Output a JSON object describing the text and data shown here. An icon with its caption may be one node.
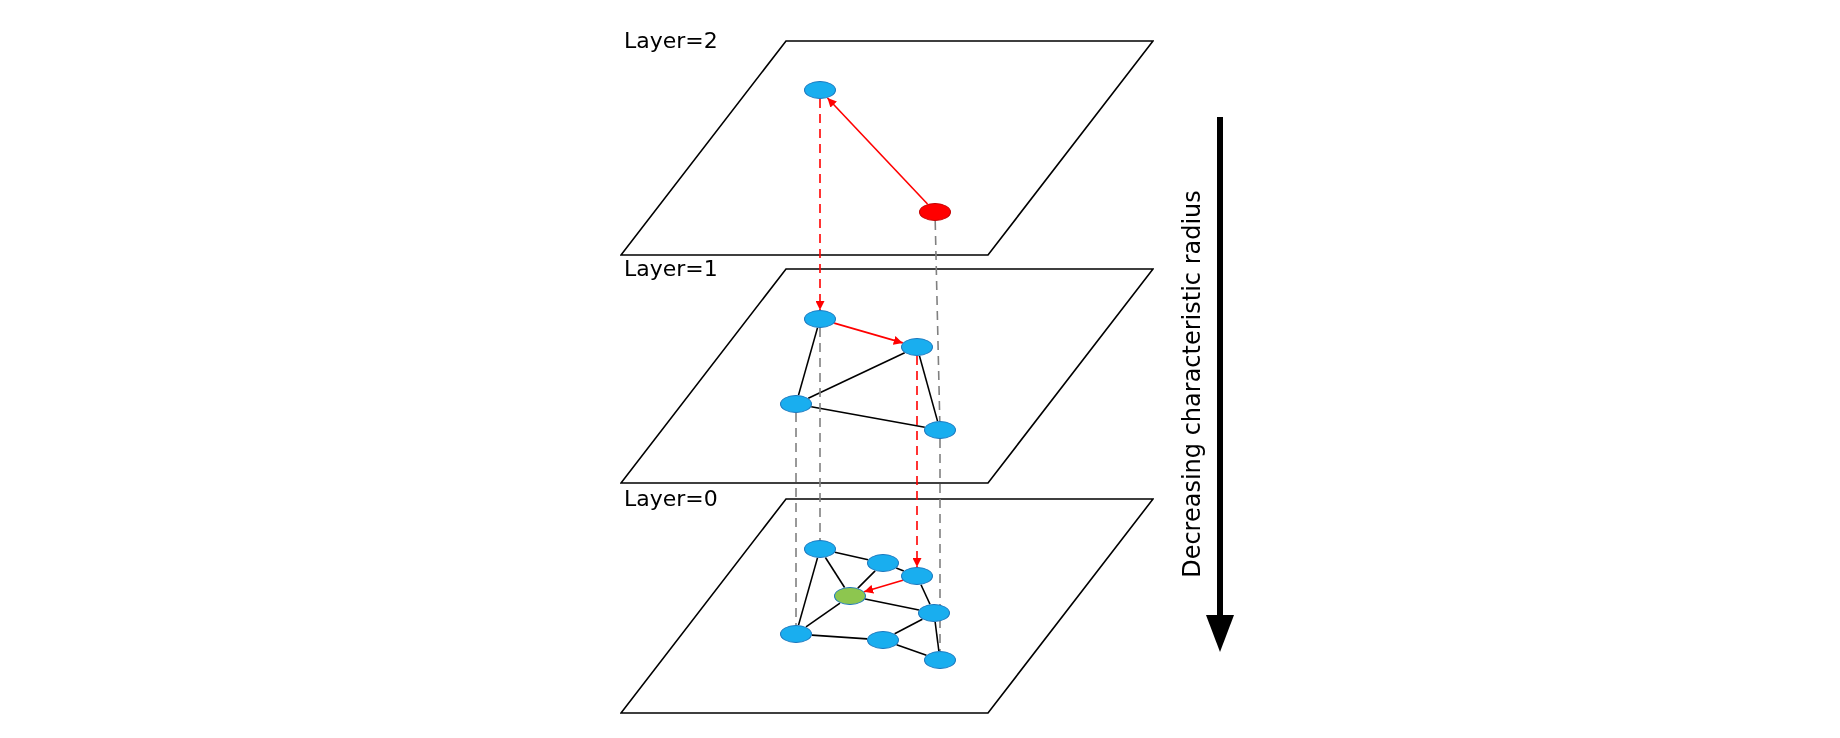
{
  "diagram": {
    "nodes": [
      {
        "text": [
          "Layer=2"
        ]
      },
      {
        "text": [],
        "shape": "circle",
        "in": 0
      },
      {
        "text": [],
        "shape": "circle",
        "in": 0
      },
      {
        "text": [
          "Layer=1"
        ]
      },
      {
        "text": [],
        "shape": "circle",
        "in": 3
      },
      {
        "text": [],
        "shape": "circle",
        "in": 3
      },
      {
        "text": [],
        "shape": "circle",
        "in": 3
      },
      {
        "text": [],
        "shape": "circle",
        "in": 3
      },
      {
        "text": [
          "Layer=0"
        ]
      },
      {
        "text": [],
        "shape": "circle",
        "in": 8
      },
      {
        "text": [],
        "shape": "circle",
        "in": 8
      },
      {
        "text": [],
        "shape": "circle",
        "in": 8
      },
      {
        "text": [],
        "shape": "circle",
        "in": 8
      },
      {
        "text": [],
        "shape": "circle",
        "in": 8
      },
      {
        "text": [],
        "shape": "circle",
        "in": 8
      },
      {
        "text": [],
        "shape": "circle",
        "in": 8
      },
      {
        "text": [],
        "shape": "circle",
        "in": 8
      }
    ],
    "edges": [
      {
        "from": 2,
        "to": 1,
        "arrow": "to",
        "color": "#ff0000"
      },
      {
        "from": 1,
        "to": 4,
        "arrow": "to",
        "style": "dashed",
        "color": "#ff0000"
      },
      {
        "from": 2,
        "to": 7,
        "arrow": "none",
        "style": "dashed",
        "color": "#808080"
      },
      {
        "from": 4,
        "to": 5,
        "arrow": "to",
        "color": "#ff0000"
      },
      {
        "from": 4,
        "to": 6,
        "arrow": "none"
      },
      {
        "from": 6,
        "to": 5,
        "arrow": "none"
      },
      {
        "from": 6,
        "to": 7,
        "arrow": "none"
      },
      {
        "from": 5,
        "to": 7,
        "arrow": "none"
      },
      {
        "from": 5,
        "to": 11,
        "arrow": "to",
        "style": "dashed",
        "color": "#ff0000"
      },
      {
        "from": 4,
        "to": 9,
        "arrow": "none",
        "style": "dashed",
        "color": "#808080"
      },
      {
        "from": 6,
        "to": 14,
        "arrow": "none",
        "style": "dashed",
        "color": "#808080"
      },
      {
        "from": 7,
        "to": 16,
        "arrow": "none",
        "style": "dashed",
        "color": "#808080"
      },
      {
        "from": 9,
        "to": 10,
        "arrow": "none"
      },
      {
        "from": 9,
        "to": 12,
        "arrow": "none"
      },
      {
        "from": 9,
        "to": 14,
        "arrow": "none"
      },
      {
        "from": 10,
        "to": 11,
        "arrow": "none"
      },
      {
        "from": 10,
        "to": 12,
        "arrow": "none"
      },
      {
        "from": 11,
        "to": 13,
        "arrow": "none"
      },
      {
        "from": 12,
        "to": 13,
        "arrow": "none"
      },
      {
        "from": 12,
        "to": 14,
        "arrow": "none"
      },
      {
        "from": 14,
        "to": 15,
        "arrow": "none"
      },
      {
        "from": 15,
        "to": 13,
        "arrow": "none"
      },
      {
        "from": 15,
        "to": 16,
        "arrow": "none"
      },
      {
        "from": 13,
        "to": 16,
        "arrow": "none"
      },
      {
        "from": 11,
        "to": 12,
        "arrow": "to",
        "color": "#ff0000"
      }
    ],
    "labels": [
      "Decreasing characteristic radius"
    ]
  }
}
